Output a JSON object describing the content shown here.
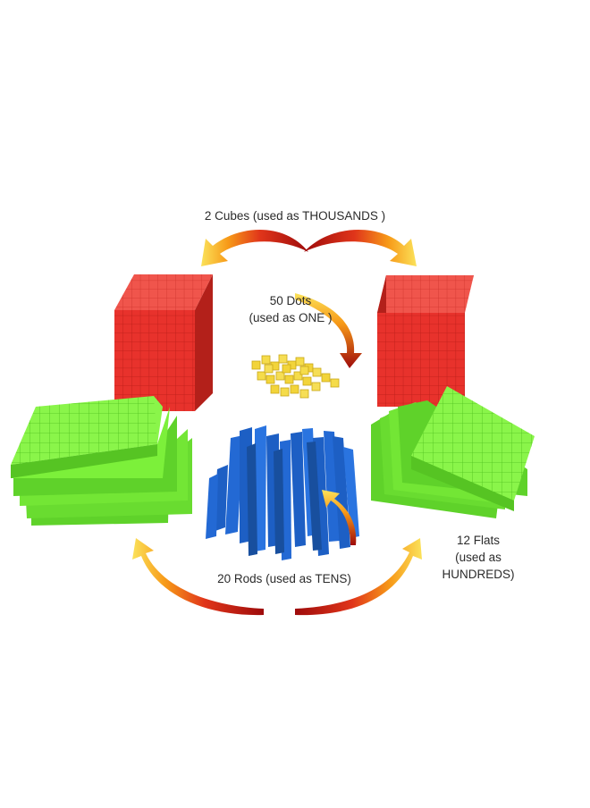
{
  "labels": {
    "cubes": "2 Cubes (used  as THOUSANDS )",
    "dots_line1": "50 Dots",
    "dots_line2": "(used as ONE )",
    "rods": "20 Rods (used as TENS)",
    "flats_line1": "12 Flats",
    "flats_line2": "(used as",
    "flats_line3": "HUNDREDS)"
  },
  "colors": {
    "cube_red": "#e8322c",
    "flat_green": "#7cf03a",
    "rod_blue": "#1d5fc4",
    "dot_yellow": "#f2d43a",
    "arrow_red": "#b01010",
    "arrow_yellow": "#f7c21a"
  }
}
